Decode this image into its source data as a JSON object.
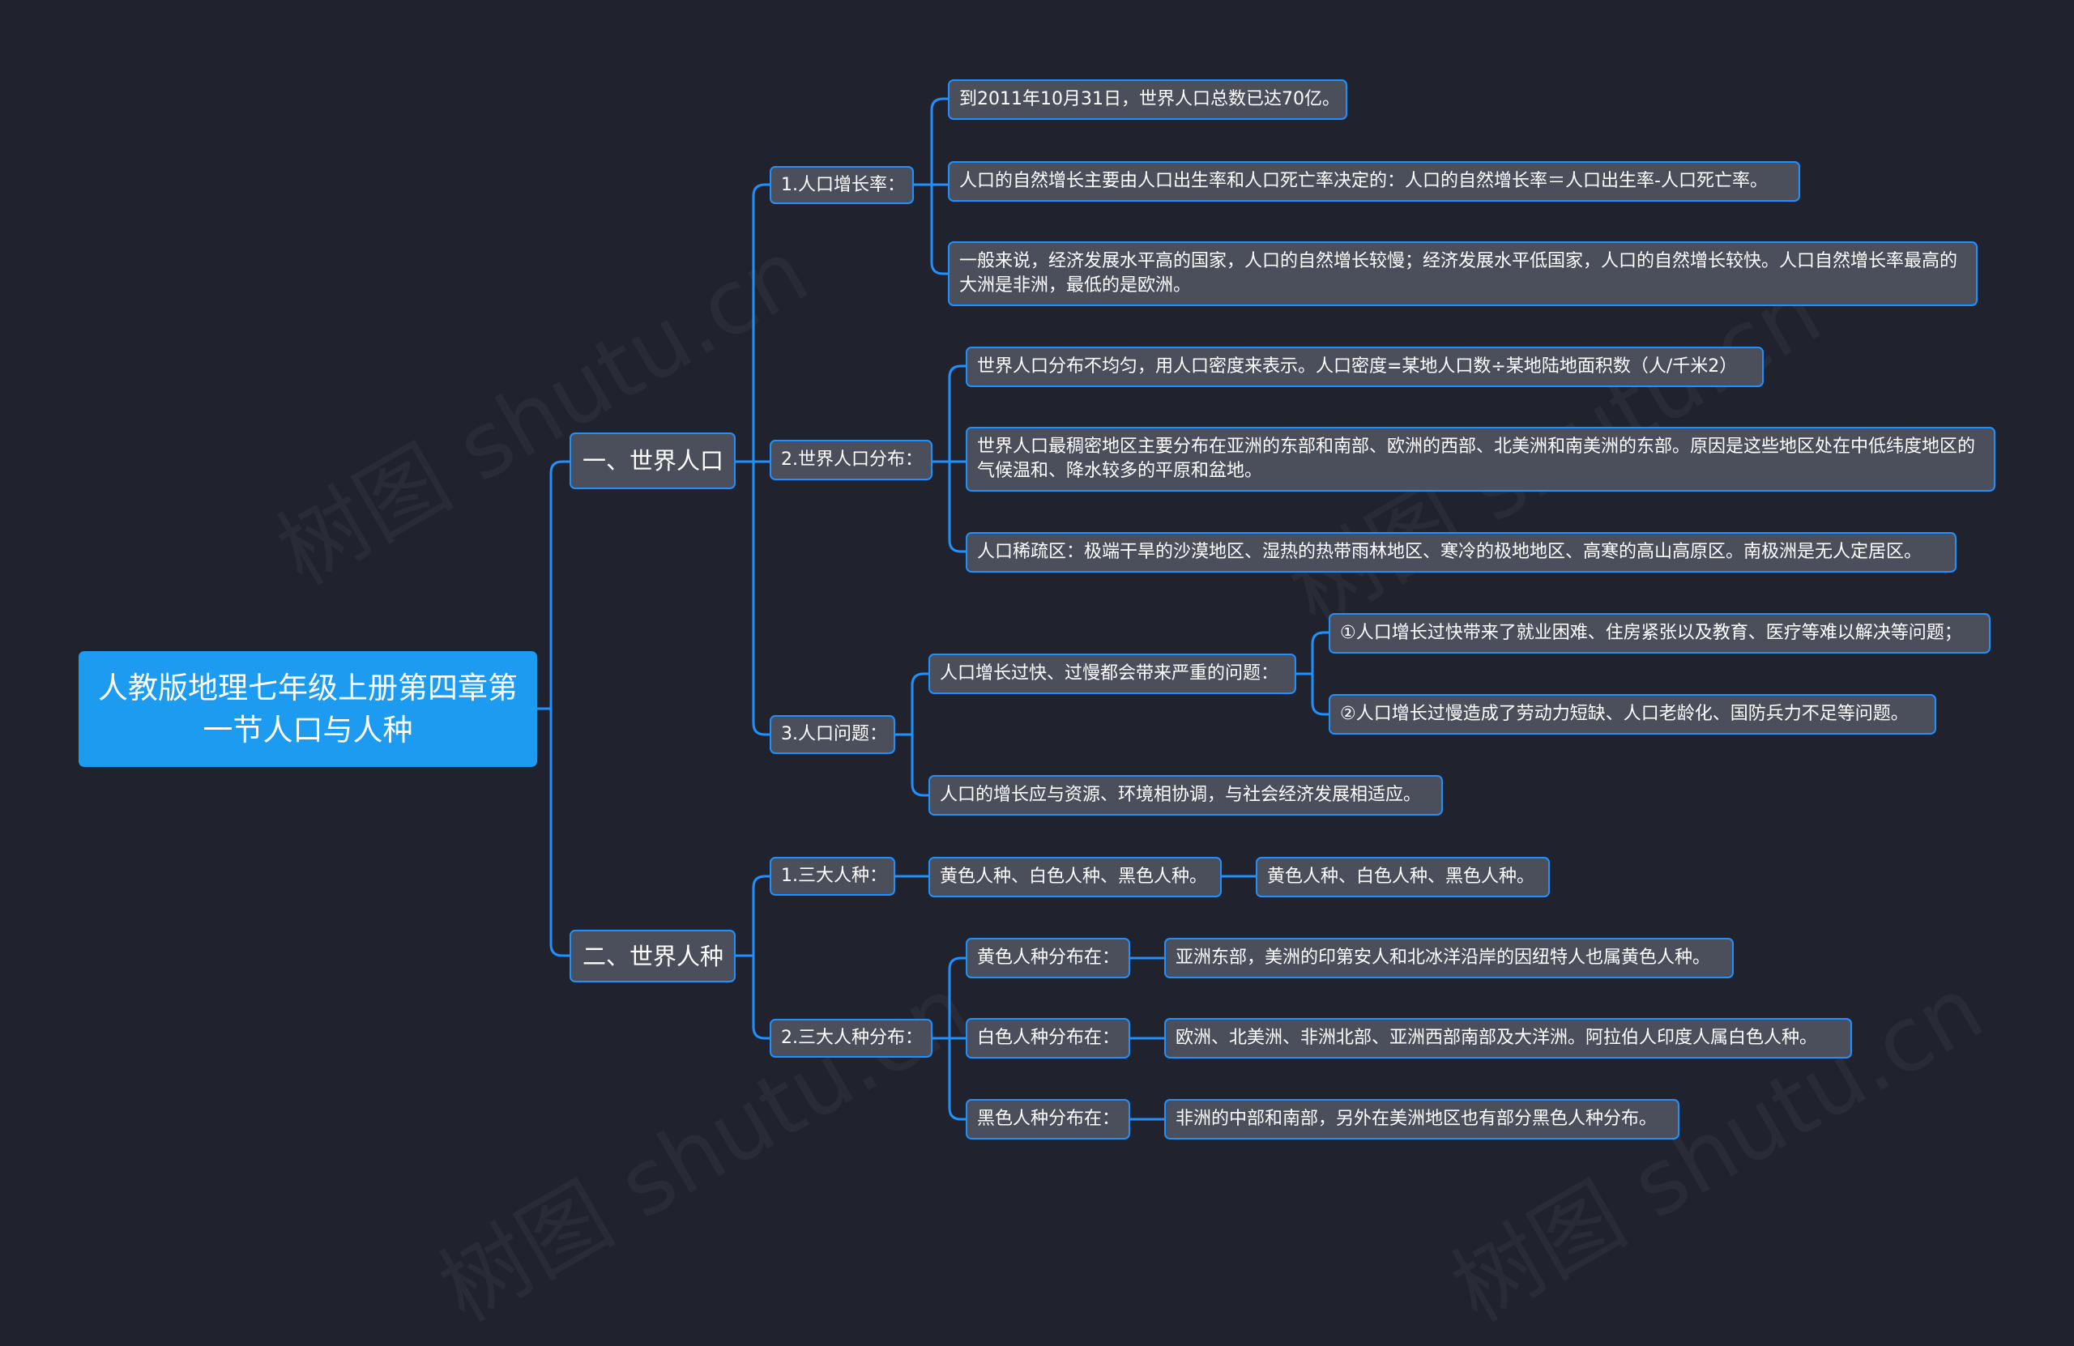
{
  "watermark": "树图 shutu.cn",
  "root": "人教版地理七年级上册第四章第一节人口与人种",
  "s1": {
    "label": "一、世界人口",
    "growth": {
      "label": "1.人口增长率：",
      "items": [
        "到2011年10月31日，世界人口总数已达70亿。",
        "人口的自然增长主要由人口出生率和人口死亡率决定的：人口的自然增长率＝人口出生率-人口死亡率。",
        "一般来说，经济发展水平高的国家，人口的自然增长较慢；经济发展水平低国家，人口的自然增长较快。人口自然增长率最高的大洲是非洲，最低的是欧洲。"
      ]
    },
    "distribution": {
      "label": "2.世界人口分布：",
      "items": [
        "世界人口分布不均匀，用人口密度来表示。人口密度=某地人口数÷某地陆地面积数（人/千米2）",
        "世界人口最稠密地区主要分布在亚洲的东部和南部、欧洲的西部、北美洲和南美洲的东部。原因是这些地区处在中低纬度地区的气候温和、降水较多的平原和盆地。",
        "人口稀疏区：极端干旱的沙漠地区、湿热的热带雨林地区、寒冷的极地地区、高寒的高山高原区。南极洲是无人定居区。"
      ]
    },
    "problems": {
      "label": "3.人口问题：",
      "item1": {
        "label": "人口增长过快、过慢都会带来严重的问题：",
        "sub": [
          "①人口增长过快带来了就业困难、住房紧张以及教育、医疗等难以解决等问题；",
          "②人口增长过慢造成了劳动力短缺、人口老龄化、国防兵力不足等问题。"
        ]
      },
      "item2": "人口的增长应与资源、环境相协调，与社会经济发展相适应。"
    }
  },
  "s2": {
    "label": "二、世界人种",
    "three": {
      "label": "1.三大人种：",
      "child": "黄色人种、白色人种、黑色人种。",
      "grandchild": "黄色人种、白色人种、黑色人种。"
    },
    "distribution": {
      "label": "2.三大人种分布：",
      "items": [
        {
          "label": "黄色人种分布在：",
          "detail": "亚洲东部，美洲的印第安人和北冰洋沿岸的因纽特人也属黄色人种。"
        },
        {
          "label": "白色人种分布在：",
          "detail": "欧洲、北美洲、非洲北部、亚洲西部南部及大洋洲。阿拉伯人印度人属白色人种。"
        },
        {
          "label": "黑色人种分布在：",
          "detail": "非洲的中部和南部，另外在美洲地区也有部分黑色人种分布。"
        }
      ]
    }
  },
  "colors": {
    "background": "#20232e",
    "node_fill": "#4b4f5c",
    "accent": "#1e90ff",
    "root_fill": "#1d9bf0"
  }
}
